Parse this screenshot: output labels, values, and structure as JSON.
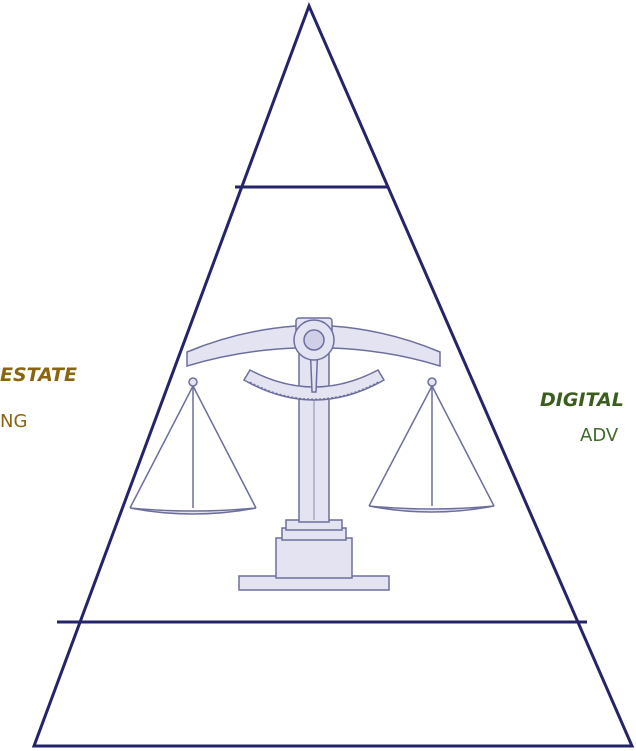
{
  "colors": {
    "outline": "#24246b",
    "scale_fill": "#e3e3f1",
    "scale_stroke": "#6c6f9e",
    "left_label": "#8a6510",
    "right_label_title": "#3b5e1f",
    "right_label_sub": "#3f6a2a"
  },
  "icons": {
    "scale": "balance-scale-icon"
  },
  "labels": {
    "left_title": "ESTATE",
    "left_sub": "NG",
    "right_title": "DIGITAL",
    "right_sub": "ADV"
  }
}
